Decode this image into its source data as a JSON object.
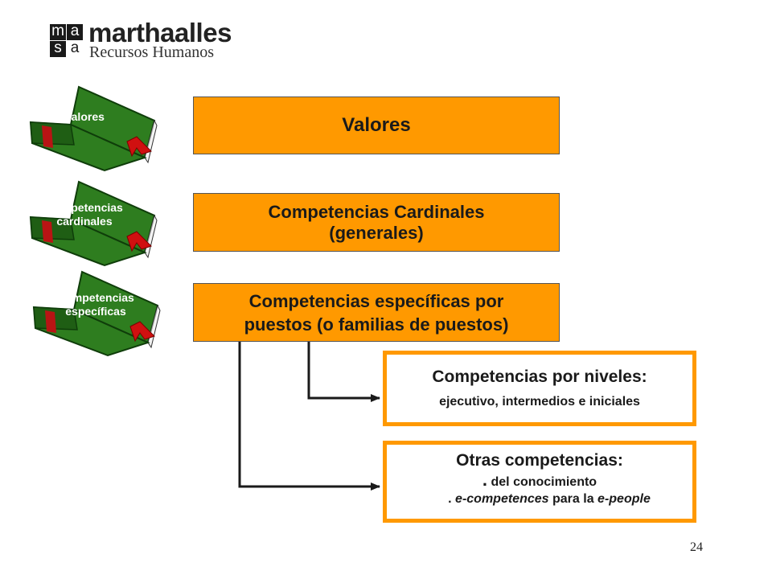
{
  "logo": {
    "cells": [
      "m",
      "a",
      "s",
      "a"
    ],
    "name": "marthaalles",
    "subtitle": "Recursos Humanos"
  },
  "books": [
    {
      "label_lines": [
        "Valores"
      ]
    },
    {
      "label_lines": [
        "Competencias",
        "cardinales"
      ]
    },
    {
      "label_lines": [
        "Competencias",
        "específicas"
      ]
    }
  ],
  "boxes": {
    "valores": {
      "lines": [
        "Valores"
      ]
    },
    "cardinales": {
      "lines": [
        "Competencias Cardinales",
        "(generales)"
      ]
    },
    "especificas": {
      "lines": [
        "Competencias específicas por",
        "puestos (o familias de puestos)"
      ]
    }
  },
  "niveles": {
    "title": "Competencias por niveles:",
    "detail": "ejecutivo, intermedios e iniciales"
  },
  "otras": {
    "title": "Otras competencias:",
    "bullet1_mark": ".",
    "bullet1_text": "del conocimiento",
    "bullet2_mark": ".",
    "bullet2_italic1": "e-competences",
    "bullet2_plain": "para la",
    "bullet2_italic2": "e-people"
  },
  "page_number": "24",
  "colors": {
    "orange": "#ff9900",
    "book_green": "#2e7d1f",
    "book_dark": "#0f3d0a",
    "ribbon": "#d01010"
  }
}
